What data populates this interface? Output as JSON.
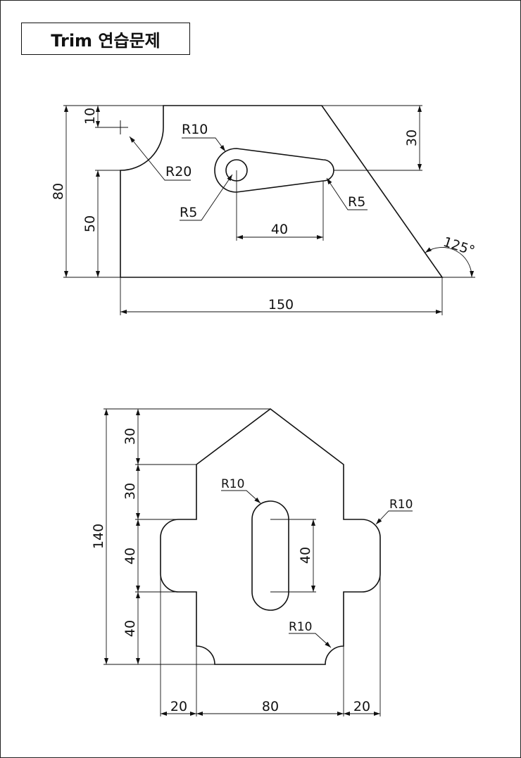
{
  "title": "Trim 연습문제",
  "drawing1": {
    "dims": {
      "d10": "10",
      "d80": "80",
      "d50": "50",
      "d30": "30",
      "d40": "40",
      "d150": "150",
      "angle": "125°"
    },
    "radii": {
      "r10": "R10",
      "r20": "R20",
      "r5_left": "R5",
      "r5_right": "R5"
    }
  },
  "drawing2": {
    "dims": {
      "d140": "140",
      "d30_top": "30",
      "d30_mid": "30",
      "d40_upper": "40",
      "d40_lower": "40",
      "d40_slot": "40",
      "d20_left": "20",
      "d80": "80",
      "d20_right": "20"
    },
    "radii": {
      "r10_slot": "R10",
      "r10_corner": "R10",
      "r10_bottom": "R10"
    }
  }
}
